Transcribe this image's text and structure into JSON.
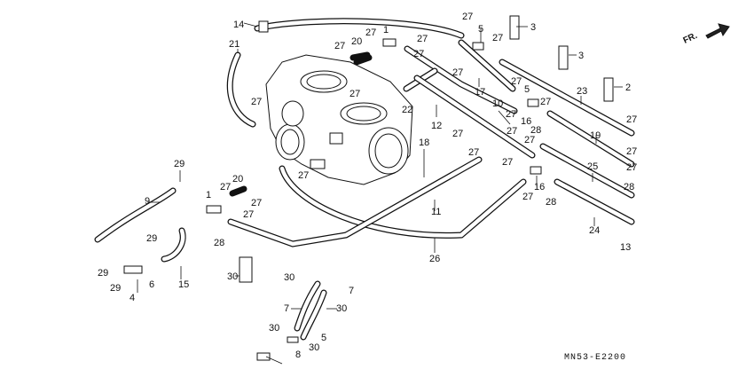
{
  "diagram": {
    "code": "MN53-E2200",
    "front_marker": "FR.",
    "callouts": [
      {
        "id": "c14",
        "text": "14"
      },
      {
        "id": "c21",
        "text": "21"
      },
      {
        "id": "c27a",
        "text": "27"
      },
      {
        "id": "c20a",
        "text": "20"
      },
      {
        "id": "c27b",
        "text": "27"
      },
      {
        "id": "c1a",
        "text": "1"
      },
      {
        "id": "c27c",
        "text": "27"
      },
      {
        "id": "c27d",
        "text": "27"
      },
      {
        "id": "c5a",
        "text": "5"
      },
      {
        "id": "c27e",
        "text": "27"
      },
      {
        "id": "c3a",
        "text": "3"
      },
      {
        "id": "c3b",
        "text": "3"
      },
      {
        "id": "c27f",
        "text": "27"
      },
      {
        "id": "c27g",
        "text": "27"
      },
      {
        "id": "c27h",
        "text": "27"
      },
      {
        "id": "c27i",
        "text": "27"
      },
      {
        "id": "c22",
        "text": "22"
      },
      {
        "id": "c17",
        "text": "17"
      },
      {
        "id": "c27j",
        "text": "27"
      },
      {
        "id": "c5b",
        "text": "5"
      },
      {
        "id": "c23",
        "text": "23"
      },
      {
        "id": "c2",
        "text": "2"
      },
      {
        "id": "c27k",
        "text": "27"
      },
      {
        "id": "c27l",
        "text": "27"
      },
      {
        "id": "c12",
        "text": "12"
      },
      {
        "id": "c10",
        "text": "10"
      },
      {
        "id": "c27m",
        "text": "27"
      },
      {
        "id": "c16a",
        "text": "16"
      },
      {
        "id": "c27n",
        "text": "27"
      },
      {
        "id": "c28a",
        "text": "28"
      },
      {
        "id": "c19",
        "text": "19"
      },
      {
        "id": "c27o",
        "text": "27"
      },
      {
        "id": "c27p",
        "text": "27"
      },
      {
        "id": "c27q",
        "text": "27"
      },
      {
        "id": "c18",
        "text": "18"
      },
      {
        "id": "c27r",
        "text": "27"
      },
      {
        "id": "c27s",
        "text": "27"
      },
      {
        "id": "c25",
        "text": "25"
      },
      {
        "id": "c27t",
        "text": "27"
      },
      {
        "id": "c16b",
        "text": "16"
      },
      {
        "id": "c28b",
        "text": "28"
      },
      {
        "id": "c27u",
        "text": "27"
      },
      {
        "id": "c28c",
        "text": "28"
      },
      {
        "id": "c29a",
        "text": "29"
      },
      {
        "id": "c27v",
        "text": "27"
      },
      {
        "id": "c20b",
        "text": "20"
      },
      {
        "id": "c1b",
        "text": "1"
      },
      {
        "id": "c27w",
        "text": "27"
      },
      {
        "id": "c27x",
        "text": "27"
      },
      {
        "id": "c9",
        "text": "9"
      },
      {
        "id": "c11",
        "text": "11"
      },
      {
        "id": "c24",
        "text": "24"
      },
      {
        "id": "c27y",
        "text": "27"
      },
      {
        "id": "c29b",
        "text": "29"
      },
      {
        "id": "c28d",
        "text": "28"
      },
      {
        "id": "c13",
        "text": "13"
      },
      {
        "id": "c26",
        "text": "26"
      },
      {
        "id": "c29c",
        "text": "29"
      },
      {
        "id": "c29d",
        "text": "29"
      },
      {
        "id": "c6",
        "text": "6"
      },
      {
        "id": "c15",
        "text": "15"
      },
      {
        "id": "c4",
        "text": "4"
      },
      {
        "id": "c30a",
        "text": "30"
      },
      {
        "id": "c30b",
        "text": "30"
      },
      {
        "id": "c7a",
        "text": "7"
      },
      {
        "id": "c7b",
        "text": "7"
      },
      {
        "id": "c30c",
        "text": "30"
      },
      {
        "id": "c30d",
        "text": "30"
      },
      {
        "id": "c5c",
        "text": "5"
      },
      {
        "id": "c30e",
        "text": "30"
      },
      {
        "id": "c8",
        "text": "8"
      }
    ]
  }
}
